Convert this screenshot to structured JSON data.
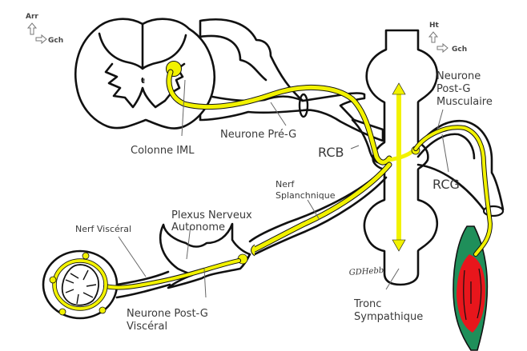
{
  "title": "Sympathetic nervous system pathways",
  "colors": {
    "nerve": "#f2f200",
    "outline": "#111111",
    "muscle_fill": "#e8161c",
    "muscle_sheath": "#1f8f5a",
    "label_text": "#3a3a3a"
  },
  "orientation_left": {
    "up_label": "Arr",
    "right_label": "Gch"
  },
  "orientation_right": {
    "up_label": "Ht",
    "right_label": "Gch"
  },
  "labels": {
    "colonne_iml": "Colonne IML",
    "neurone_pre_g": "Neurone Pré-G",
    "rcb": "RCB",
    "rcg": "RCG",
    "neurone_post_g_musc_1": "Neurone",
    "neurone_post_g_musc_2": "Post-G",
    "neurone_post_g_musc_3": "Musculaire",
    "nerf_splanchnique_1": "Nerf",
    "nerf_splanchnique_2": "Splanchnique",
    "plexus_1": "Plexus Nerveux",
    "plexus_2": "Autonome",
    "nerf_visceral": "Nerf Viscéral",
    "neurone_post_g_visc_1": "Neurone Post-G",
    "neurone_post_g_visc_2": "Viscéral",
    "tronc_1": "Tronc",
    "tronc_2": "Sympathique",
    "signature": "GDHebb"
  }
}
